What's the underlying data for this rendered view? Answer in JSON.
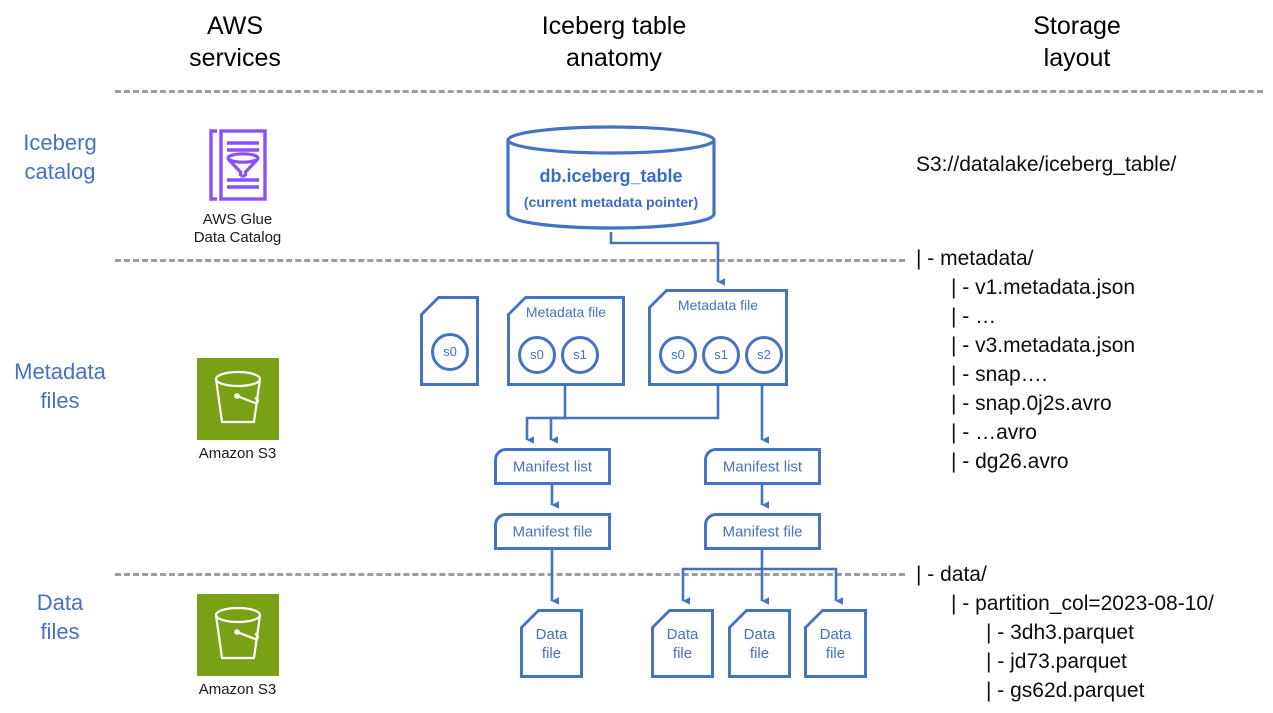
{
  "columns": [
    {
      "id": "aws-services",
      "title": "AWS\nservices"
    },
    {
      "id": "iceberg-anatomy",
      "title": "Iceberg table\nanatomy"
    },
    {
      "id": "storage-layout",
      "title": "Storage\nlayout"
    }
  ],
  "rows": [
    {
      "id": "iceberg-catalog",
      "label": "Iceberg\ncatalog"
    },
    {
      "id": "metadata-files",
      "label": "Metadata\nfiles"
    },
    {
      "id": "data-files",
      "label": "Data\nfiles"
    }
  ],
  "services": {
    "glue": {
      "icon": "aws-glue-data-catalog-icon",
      "caption": "AWS Glue\nData Catalog",
      "color": "#8C4FFF"
    },
    "s3_meta": {
      "icon": "amazon-s3-bucket-icon",
      "caption": "Amazon S3",
      "color": "#7AA116"
    },
    "s3_data": {
      "icon": "amazon-s3-bucket-icon",
      "caption": "Amazon S3",
      "color": "#7AA116"
    }
  },
  "catalog": {
    "table_name": "db.iceberg_table",
    "subtitle": "(current metadata pointer)"
  },
  "metadata_files": [
    {
      "id": "metadata-file-v1",
      "title": "",
      "snapshots": [
        "s0"
      ]
    },
    {
      "id": "metadata-file-v2",
      "title": "Metadata file",
      "snapshots": [
        "s0",
        "s1"
      ]
    },
    {
      "id": "metadata-file-v3",
      "title": "Metadata file",
      "snapshots": [
        "s0",
        "s1",
        "s2"
      ]
    }
  ],
  "manifest_lists": [
    {
      "id": "manifest-list-left",
      "label": "Manifest list"
    },
    {
      "id": "manifest-list-right",
      "label": "Manifest list"
    }
  ],
  "manifest_files": [
    {
      "id": "manifest-file-left",
      "label": "Manifest file"
    },
    {
      "id": "manifest-file-right",
      "label": "Manifest file"
    }
  ],
  "data_file_nodes": [
    {
      "id": "data-file-1",
      "label": "Data\nfile"
    },
    {
      "id": "data-file-2",
      "label": "Data\nfile"
    },
    {
      "id": "data-file-3",
      "label": "Data\nfile"
    },
    {
      "id": "data-file-4",
      "label": "Data\nfile"
    }
  ],
  "storage_layout": {
    "root": "S3://datalake/iceberg_table/",
    "metadata_block": "| - metadata/\n      | - v1.metadata.json\n      | - …\n      | - v3.metadata.json\n      | - snap….\n      | - snap.0j2s.avro\n      | - …avro\n      | - dg26.avro",
    "data_block": "| - data/\n      | - partition_col=2023-08-10/\n            | - 3dh3.parquet\n            | - jd73.parquet\n            | - gs62d.parquet"
  },
  "colors": {
    "accent_blue": "#4472C4",
    "aws_green": "#7AA116",
    "aws_purple": "#8C4FFF",
    "divider_gray": "#9d9d9d"
  }
}
